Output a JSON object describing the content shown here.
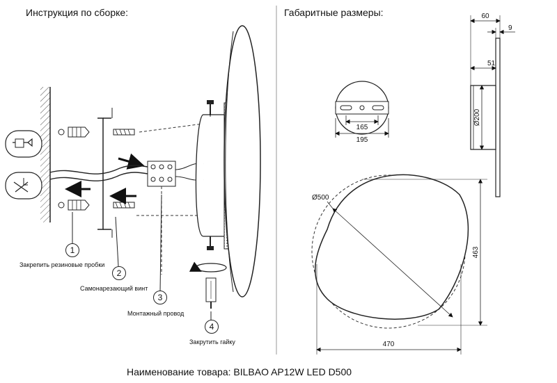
{
  "headers": {
    "assembly": "Инструкция по сборке:",
    "dimensions": "Габаритные размеры:"
  },
  "steps": [
    {
      "number": "1",
      "caption": "Закрепить резиновые пробки"
    },
    {
      "number": "2",
      "caption": "Самонарезающий винт"
    },
    {
      "number": "3",
      "caption": "Монтажный провод"
    },
    {
      "number": "4",
      "caption": "Закрутить гайку"
    }
  ],
  "dimensions": {
    "depth_total": "60",
    "panel_thickness": "9",
    "body_depth": "51",
    "body_diameter": "Ø200",
    "bracket_inner": "165",
    "bracket_outer": "195",
    "circle_diameter": "Ø500",
    "height": "463",
    "width": "470"
  },
  "footer": {
    "product_name": "Наименование товара: BILBAO AP12W LED D500"
  }
}
